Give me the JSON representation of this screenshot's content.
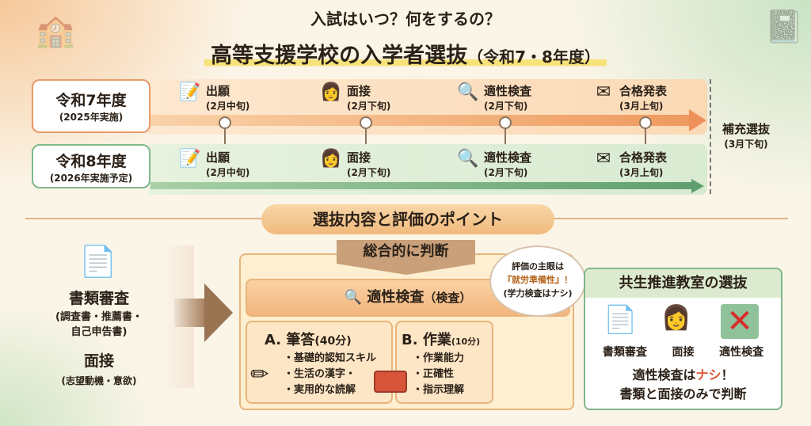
{
  "title": {
    "line1": "入試はいつ？何をするの？",
    "line2": "高等支援学校の入学者選抜",
    "line2_suffix": "（令和7・8年度）"
  },
  "timeline": {
    "rows": [
      {
        "year": "令和7年度",
        "note": "(2025年実施)",
        "color": "#f0a870",
        "steps": [
          {
            "icon": "document-pen-icon",
            "name": "出願",
            "when": "(2月中旬)"
          },
          {
            "icon": "person-icon",
            "name": "面接",
            "when": "(2月下旬)"
          },
          {
            "icon": "magnifier-icon",
            "name": "適性検査",
            "when": "(2月下旬)"
          },
          {
            "icon": "envelope-icon",
            "name": "合格発表",
            "when": "(3月上旬)"
          }
        ]
      },
      {
        "year": "令和8年度",
        "note": "(2026年実施予定)",
        "color": "#7fb88a",
        "steps": [
          {
            "icon": "document-pen-icon",
            "name": "出願",
            "when": "(2月中旬)"
          },
          {
            "icon": "person-icon",
            "name": "面接",
            "when": "(2月下旬)"
          },
          {
            "icon": "magnifier-icon",
            "name": "適性検査",
            "when": "(2月下旬)"
          },
          {
            "icon": "envelope-icon",
            "name": "合格発表",
            "when": "(3月上旬)"
          }
        ]
      }
    ],
    "supplementary": {
      "name": "補充選抜",
      "when": "(3月下旬)"
    }
  },
  "section_title": "選抜内容と評価のポイント",
  "left": {
    "docs": "書類審査",
    "docs_detail1": "(調査書・推薦書・",
    "docs_detail2": "自己申告書)",
    "interview": "面接",
    "interview_detail": "(志望動機・意欲)"
  },
  "center": {
    "overall": "総合的に判断",
    "test": "適性検査",
    "test_suffix": "（検査）",
    "bubble": {
      "l1": "評価の主眼は",
      "l2": "『就労準備性』！",
      "l3": "(学力検査はナシ)"
    },
    "a": {
      "title": "A. 筆答",
      "time": "(40分)",
      "items": [
        "・基礎的認知スキル",
        "・生活の漢字・",
        "・実用的な読解"
      ]
    },
    "b": {
      "title": "B. 作業",
      "time": "(10分)",
      "items": [
        "・作業能力",
        "・正確性",
        "・指示理解"
      ]
    }
  },
  "right": {
    "title": "共生推進教室の選抜",
    "items": [
      "書類審査",
      "面接",
      "適性検査"
    ],
    "note1a": "適性検査は",
    "note1b": "ナシ",
    "note1c": "！",
    "note2": "書類と面接のみで判断"
  },
  "colors": {
    "orange": "#f0a870",
    "green": "#7fb88a",
    "brown": "#8b6a4a"
  }
}
